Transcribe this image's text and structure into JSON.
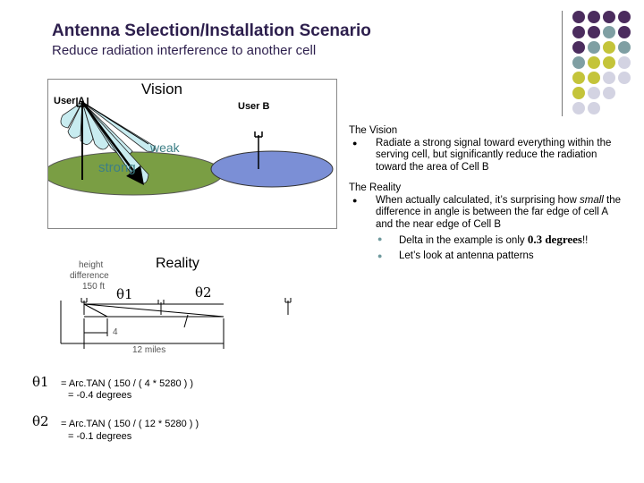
{
  "header": {
    "title": "Antenna Selection/Installation Scenario",
    "subtitle": "Reduce radiation interference to another cell"
  },
  "colors": {
    "title": "#2d1f4d",
    "dot_purple": "#4b2c5e",
    "dot_teal": "#7f9fa3",
    "dot_olive": "#c4c43a",
    "dot_lavender": "#d3d3e2",
    "cell_a": "#7a9e44",
    "cell_b": "#7b8fd6",
    "beam": "#c8ecf0",
    "bullet_sub": "#6f9a9e"
  },
  "vision": {
    "label": "Vision",
    "user_a": "User A",
    "user_b": "User B",
    "weak": "weak",
    "strong": "strong"
  },
  "reality": {
    "label": "Reality",
    "height_diff_line1": "height",
    "height_diff_line2": "difference",
    "height_diff_line3": "150 ft",
    "theta1": "θ1",
    "theta2": "θ2",
    "dist_4": "4",
    "dist_12": "12 miles"
  },
  "formulas": {
    "t1_sym": "θ1",
    "t1_expr": "= Arc.TAN ( 150 / ( 4 * 5280 ) )",
    "t1_result": "= -0.4 degrees",
    "t2_sym": "θ2",
    "t2_expr": "= Arc.TAN ( 150 / ( 12 * 5280 ) )",
    "t2_result": "= -0.1 degrees"
  },
  "text": {
    "vision_head": "The Vision",
    "vision_bullet": "Radiate a strong signal toward everything within the serving cell, but significantly reduce the radiation toward the area of Cell B",
    "reality_head": "The Reality",
    "reality_bullet_pre": "When actually calculated, it’s surprising how ",
    "reality_bullet_em": "small",
    "reality_bullet_post": " the difference in angle is between the far edge of cell A and the near edge of Cell B",
    "sub1_pre": "Delta in the example is only ",
    "sub1_val": "0.3 degrees",
    "sub1_post": "!!",
    "sub2": "Let’s look at antenna patterns",
    "bullet_char": "l"
  }
}
